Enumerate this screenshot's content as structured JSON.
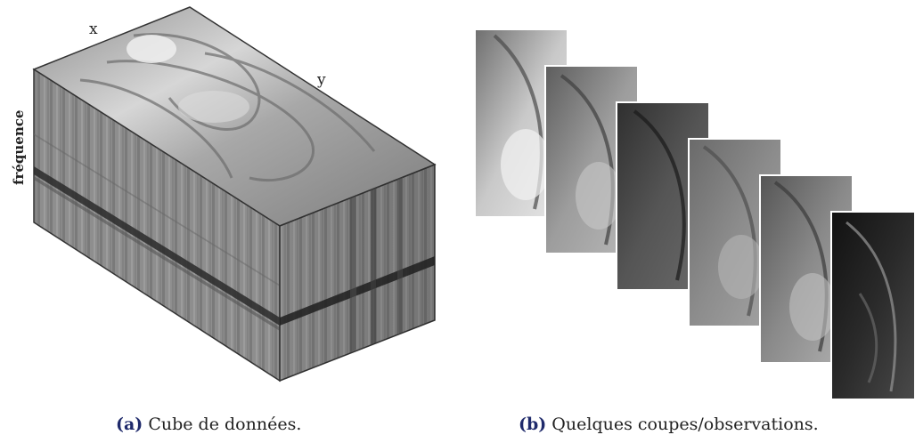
{
  "cube": {
    "axis_x": "x",
    "axis_y": "y",
    "axis_freq": "fréquence"
  },
  "captions": {
    "a_tag": "(a)",
    "a_text": " Cube de données.",
    "b_tag": "(b)",
    "b_text": " Quelques coupes/observations."
  },
  "slices": {
    "count": 6,
    "brightness": [
      "light",
      "mid",
      "dark",
      "mid",
      "mid",
      "very-dark"
    ]
  }
}
